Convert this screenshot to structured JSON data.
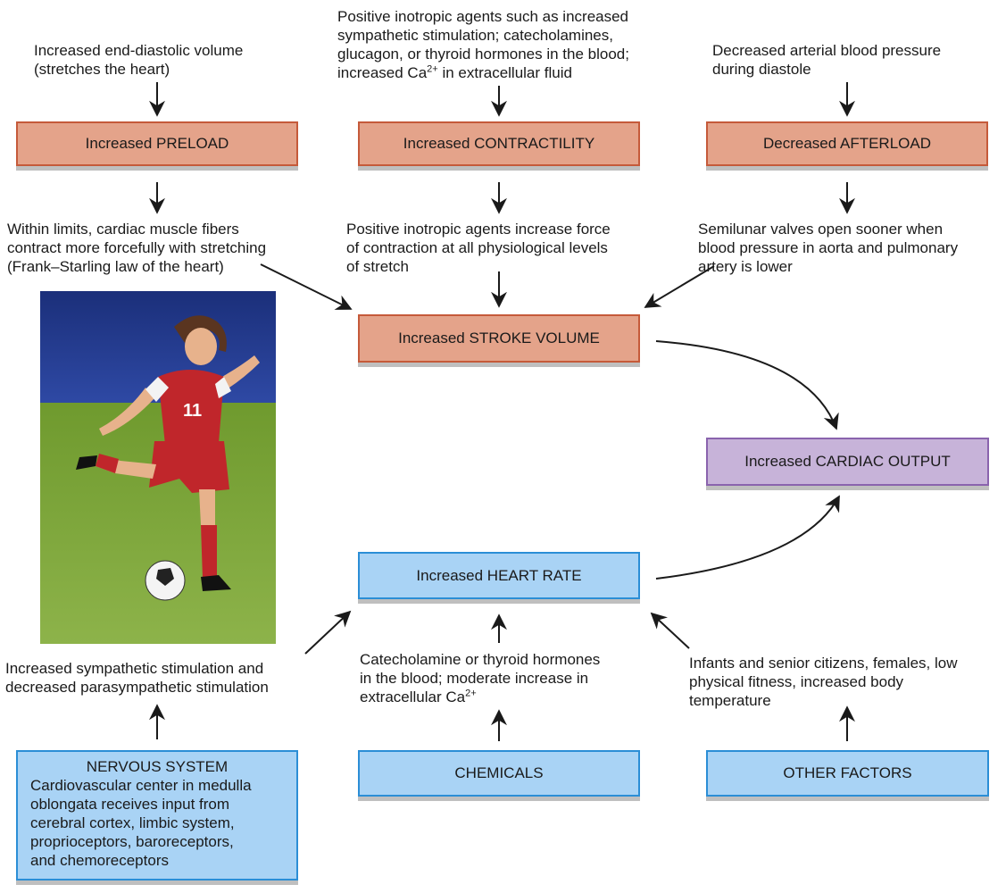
{
  "texts": {
    "preload_cause": "Increased end-diastolic volume (stretches the heart)",
    "preload_cause_l1": "Increased end-diastolic volume",
    "preload_cause_l2": "(stretches the heart)",
    "contractility_cause_l1": "Positive inotropic agents such as increased",
    "contractility_cause_l2": "sympathetic stimulation; catecholamines,",
    "contractility_cause_l3": "glucagon, or thyroid hormones in the blood;",
    "contractility_cause_l4a": "increased Ca",
    "contractility_cause_l4sup": "2+",
    "contractility_cause_l4b": " in extracellular fluid",
    "afterload_cause_l1": "Decreased arterial blood pressure",
    "afterload_cause_l2": "during diastole",
    "preload_effect_l1": "Within limits, cardiac muscle fibers",
    "preload_effect_l2": "contract more forcefully with stretching",
    "preload_effect_l3": "(Frank–Starling law of the heart)",
    "contractility_effect_l1": "Positive inotropic agents increase force",
    "contractility_effect_l2": "of contraction at all physiological levels",
    "contractility_effect_l3": "of stretch",
    "afterload_effect_l1": "Semilunar valves open sooner when",
    "afterload_effect_l2": "blood pressure in aorta and pulmonary",
    "afterload_effect_l3": "artery is lower",
    "nervous_effect_l1": "Increased sympathetic stimulation and",
    "nervous_effect_l2": "decreased parasympathetic stimulation",
    "chemicals_effect_l1": "Catecholamine or thyroid hormones",
    "chemicals_effect_l2": "in the blood; moderate increase in",
    "chemicals_effect_l3a": "extracellular Ca",
    "chemicals_effect_l3sup": "2+",
    "other_effect_l1": "Infants and senior citizens, females, low",
    "other_effect_l2": "physical fitness, increased body",
    "other_effect_l3": "temperature"
  },
  "boxes": {
    "preload": "Increased PRELOAD",
    "contractility": "Increased CONTRACTILITY",
    "afterload": "Decreased AFTERLOAD",
    "stroke_volume": "Increased STROKE VOLUME",
    "cardiac_output": "Increased CARDIAC OUTPUT",
    "heart_rate": "Increased HEART RATE",
    "nervous_title": "NERVOUS SYSTEM",
    "nervous_l1": "Cardiovascular center in medulla",
    "nervous_l2": "oblongata receives input from",
    "nervous_l3": "cerebral cortex, limbic system,",
    "nervous_l4": "proprioceptors, baroreceptors,",
    "nervous_l5": "and chemoreceptors",
    "chemicals": "CHEMICALS",
    "other_factors": "OTHER FACTORS"
  },
  "colors": {
    "orange_fill": "#e4a38a",
    "orange_border": "#c55a3a",
    "blue_fill": "#a9d3f5",
    "blue_border": "#2b8ed6",
    "purple_fill": "#c7b3d9",
    "purple_border": "#8a63ad"
  },
  "photo": {
    "jersey_number": "11"
  }
}
